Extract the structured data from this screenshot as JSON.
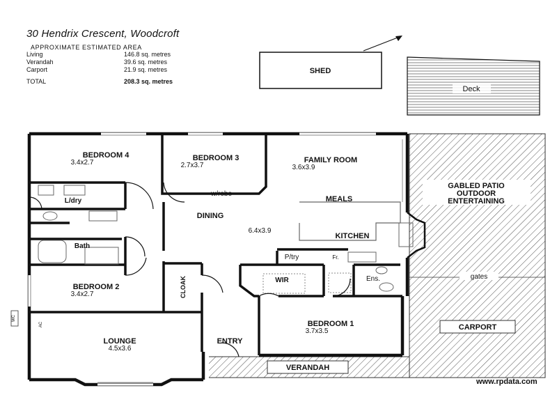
{
  "header": {
    "address": "30 Hendrix Crescent, Woodcroft",
    "area_heading": "APPROXIMATE ESTIMATED AREA",
    "areas": [
      {
        "name": "Living",
        "value": "146.8 sq. metres"
      },
      {
        "name": "Verandah",
        "value": "39.6 sq. metres"
      },
      {
        "name": "Carport",
        "value": "21.9 sq. metres"
      }
    ],
    "total": {
      "name": "TOTAL",
      "value": "208.3 sq. metres"
    }
  },
  "outbuildings": {
    "shed": "SHED",
    "deck": "Deck"
  },
  "rooms": {
    "bedroom4": {
      "name": "BEDROOM 4",
      "dims": "3.4x2.7"
    },
    "bedroom3": {
      "name": "BEDROOM 3",
      "dims": "2.7x3.7"
    },
    "family": {
      "name": "FAMILY ROOM",
      "dims": "3.6x3.9"
    },
    "wrobe": "w/robe",
    "ldry": "L/dry",
    "meals": "MEALS",
    "dining": "DINING",
    "dining_dims": "6.4x3.9",
    "kitchen": "KITCHEN",
    "bath": "Bath",
    "ptry": "P/try",
    "fr": "Fr.",
    "wir": "WIR",
    "ens": "Ens.",
    "bedroom2": {
      "name": "BEDROOM 2",
      "dims": "3.4x2.7"
    },
    "cloak": "CLOAK",
    "bedroom1": {
      "name": "BEDROOM 1",
      "dims": "3.7x3.5"
    },
    "lounge": {
      "name": "LOUNGE",
      "dims": "4.5x3.6"
    },
    "entry": "ENTRY",
    "verandah": "VERANDAH",
    "patio": [
      "GABLED PATIO",
      "OUTDOOR",
      "ENTERTAINING"
    ],
    "gates": "gates",
    "carport": "CARPORT",
    "wc": "WC",
    "ac": "AC"
  },
  "credit": "www.rpdata.com"
}
